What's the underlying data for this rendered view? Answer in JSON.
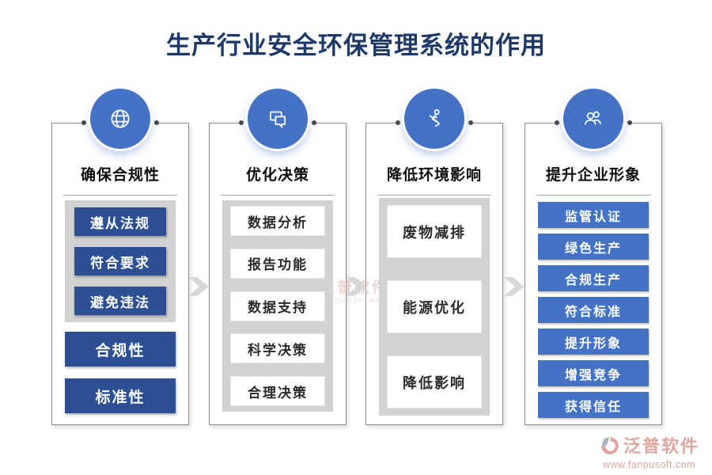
{
  "title": "生产行业安全环保管理系统的作用",
  "columns": [
    {
      "heading": "确保合规性",
      "icon": "globe-icon",
      "group_items": [
        "遵从法规",
        "符合要求",
        "避免违法"
      ],
      "solo_items": [
        "合规性",
        "标准性"
      ]
    },
    {
      "heading": "优化决策",
      "icon": "chat-bubbles-icon",
      "group_items": [
        "数据分析",
        "报告功能",
        "数据支持",
        "科学决策",
        "合理决策"
      ]
    },
    {
      "heading": "降低环境影响",
      "icon": "sweeper-person-icon",
      "group_items": [
        "废物减排",
        "能源优化",
        "降低影响"
      ]
    },
    {
      "heading": "提升企业形象",
      "icon": "people-icon",
      "items": [
        "监管认证",
        "绿色生产",
        "合规生产",
        "符合标准",
        "提升形象",
        "增强竞争",
        "获得信任"
      ]
    }
  ],
  "connectors": {
    "icon": "chevron-right-icon",
    "count": 3
  },
  "watermark": {
    "brand": "泛普软件",
    "subtitle": "FANPU SOFTWARE"
  },
  "footer": {
    "brand": "泛普软件",
    "url": "www.fanpusoft.com"
  },
  "colors": {
    "title_navy": "#1e3968",
    "dark_blue_button": "#2d4f94",
    "accent_blue": "#4472c4",
    "group_gray": "#d2d2d2",
    "chevron_gray": "#d8d8d8",
    "brand_salmon": "#d49288"
  }
}
